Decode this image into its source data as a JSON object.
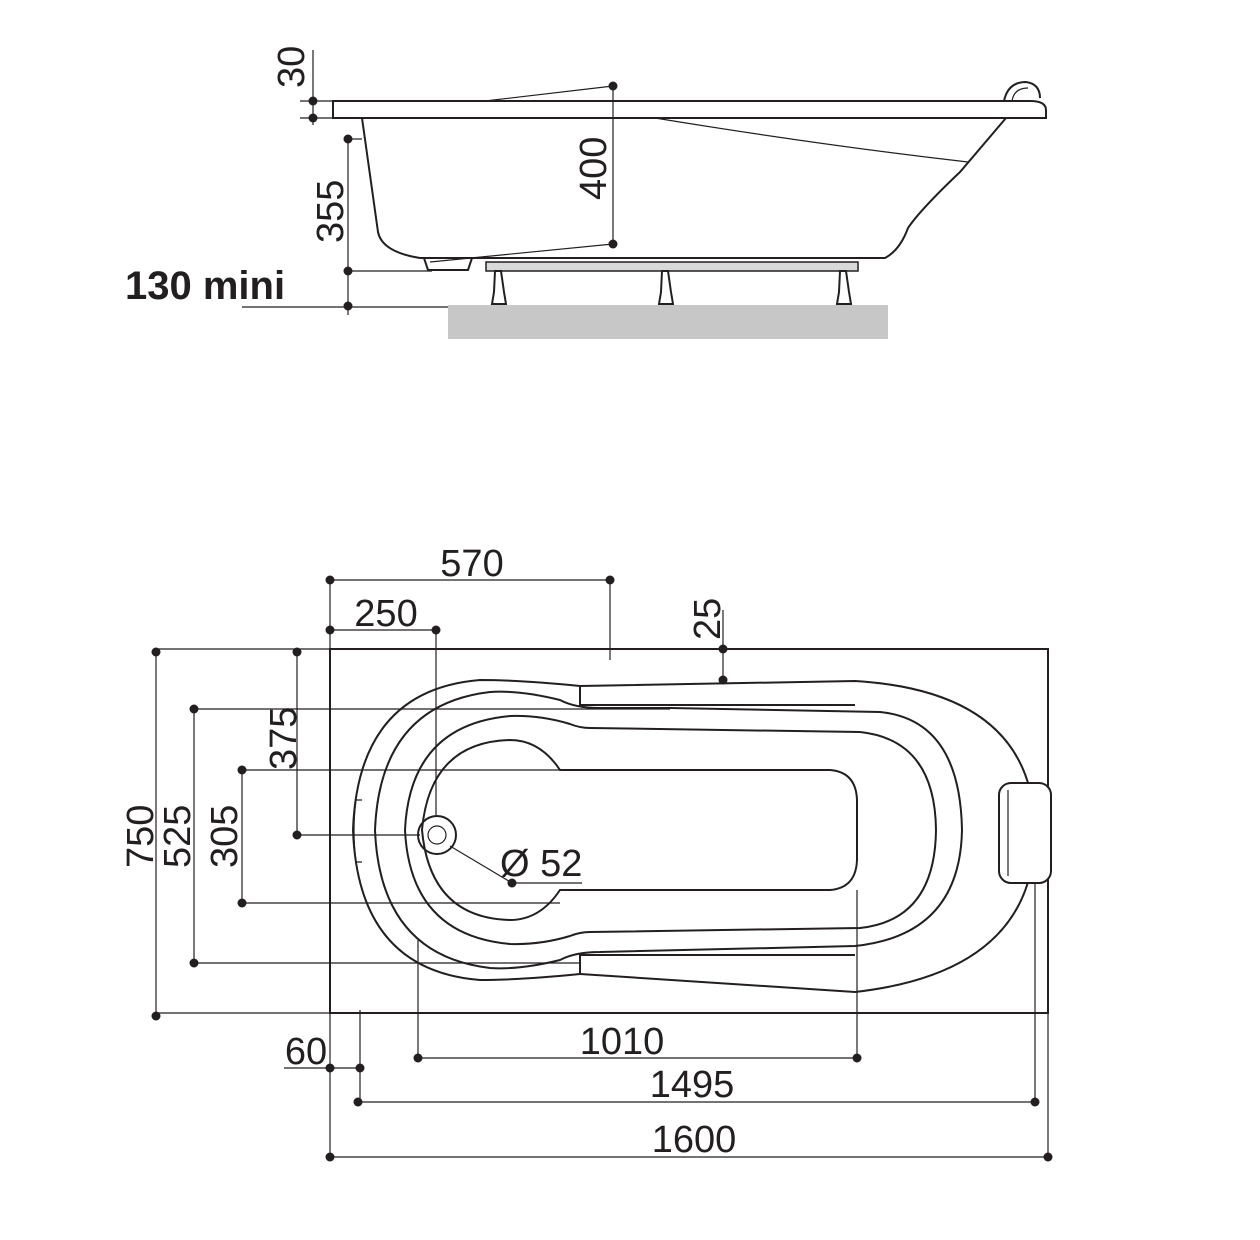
{
  "side_view": {
    "dims": {
      "rim": "30",
      "depth_total": "400",
      "depth_inner": "355",
      "leg_height": "130 mini"
    }
  },
  "top_view": {
    "dims": {
      "overflow_x": "570",
      "drain_x": "250",
      "edge_offset": "25",
      "width_total": "750",
      "width_inner": "525",
      "width_bottom": "305",
      "drain_y": "375",
      "drain_diameter": "Ø 52",
      "rim_left": "60",
      "bottom_length": "1010",
      "inner_length": "1495",
      "total_length": "1600"
    }
  },
  "colors": {
    "line": "#231f20",
    "floor": "#c8c7c8",
    "frame": "#d9d9d9"
  }
}
